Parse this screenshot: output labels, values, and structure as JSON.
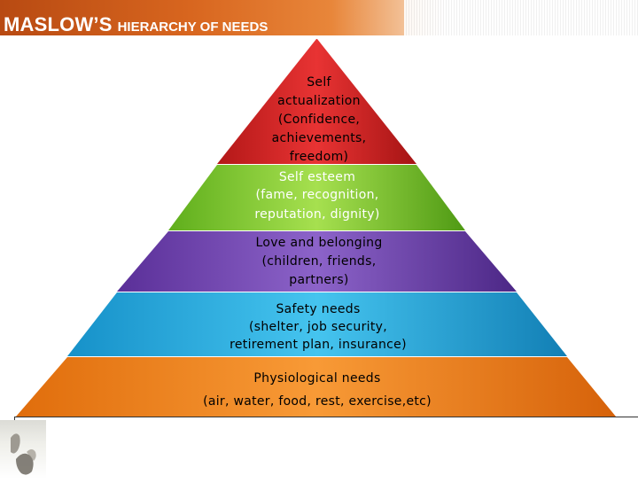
{
  "header": {
    "title_main": "MASLOW’S",
    "title_rest": "HIERARCHY OF NEEDS"
  },
  "pyramid": {
    "levels": [
      {
        "lines": [
          "Self",
          "actualization",
          "(Confidence,",
          "achievements,",
          "freedom)"
        ],
        "color": "#e02a2a",
        "text_color": "#000000"
      },
      {
        "lines": [
          "Self esteem",
          "(fame, recognition,",
          "reputation, dignity)"
        ],
        "color": "#8fd23a",
        "text_color": "#ffffff"
      },
      {
        "lines": [
          "Love and belonging",
          "(children, friends,",
          "partners)"
        ],
        "color": "#7b4fb8",
        "text_color": "#000000"
      },
      {
        "lines": [
          "Safety needs",
          "(shelter, job security,",
          "retirement plan, insurance)"
        ],
        "color": "#2eb6e6",
        "text_color": "#000000"
      },
      {
        "lines": [
          "Physiological needs",
          "(air, water, food, rest, exercise,etc)"
        ],
        "color": "#f5891f",
        "text_color": "#000000"
      }
    ]
  }
}
